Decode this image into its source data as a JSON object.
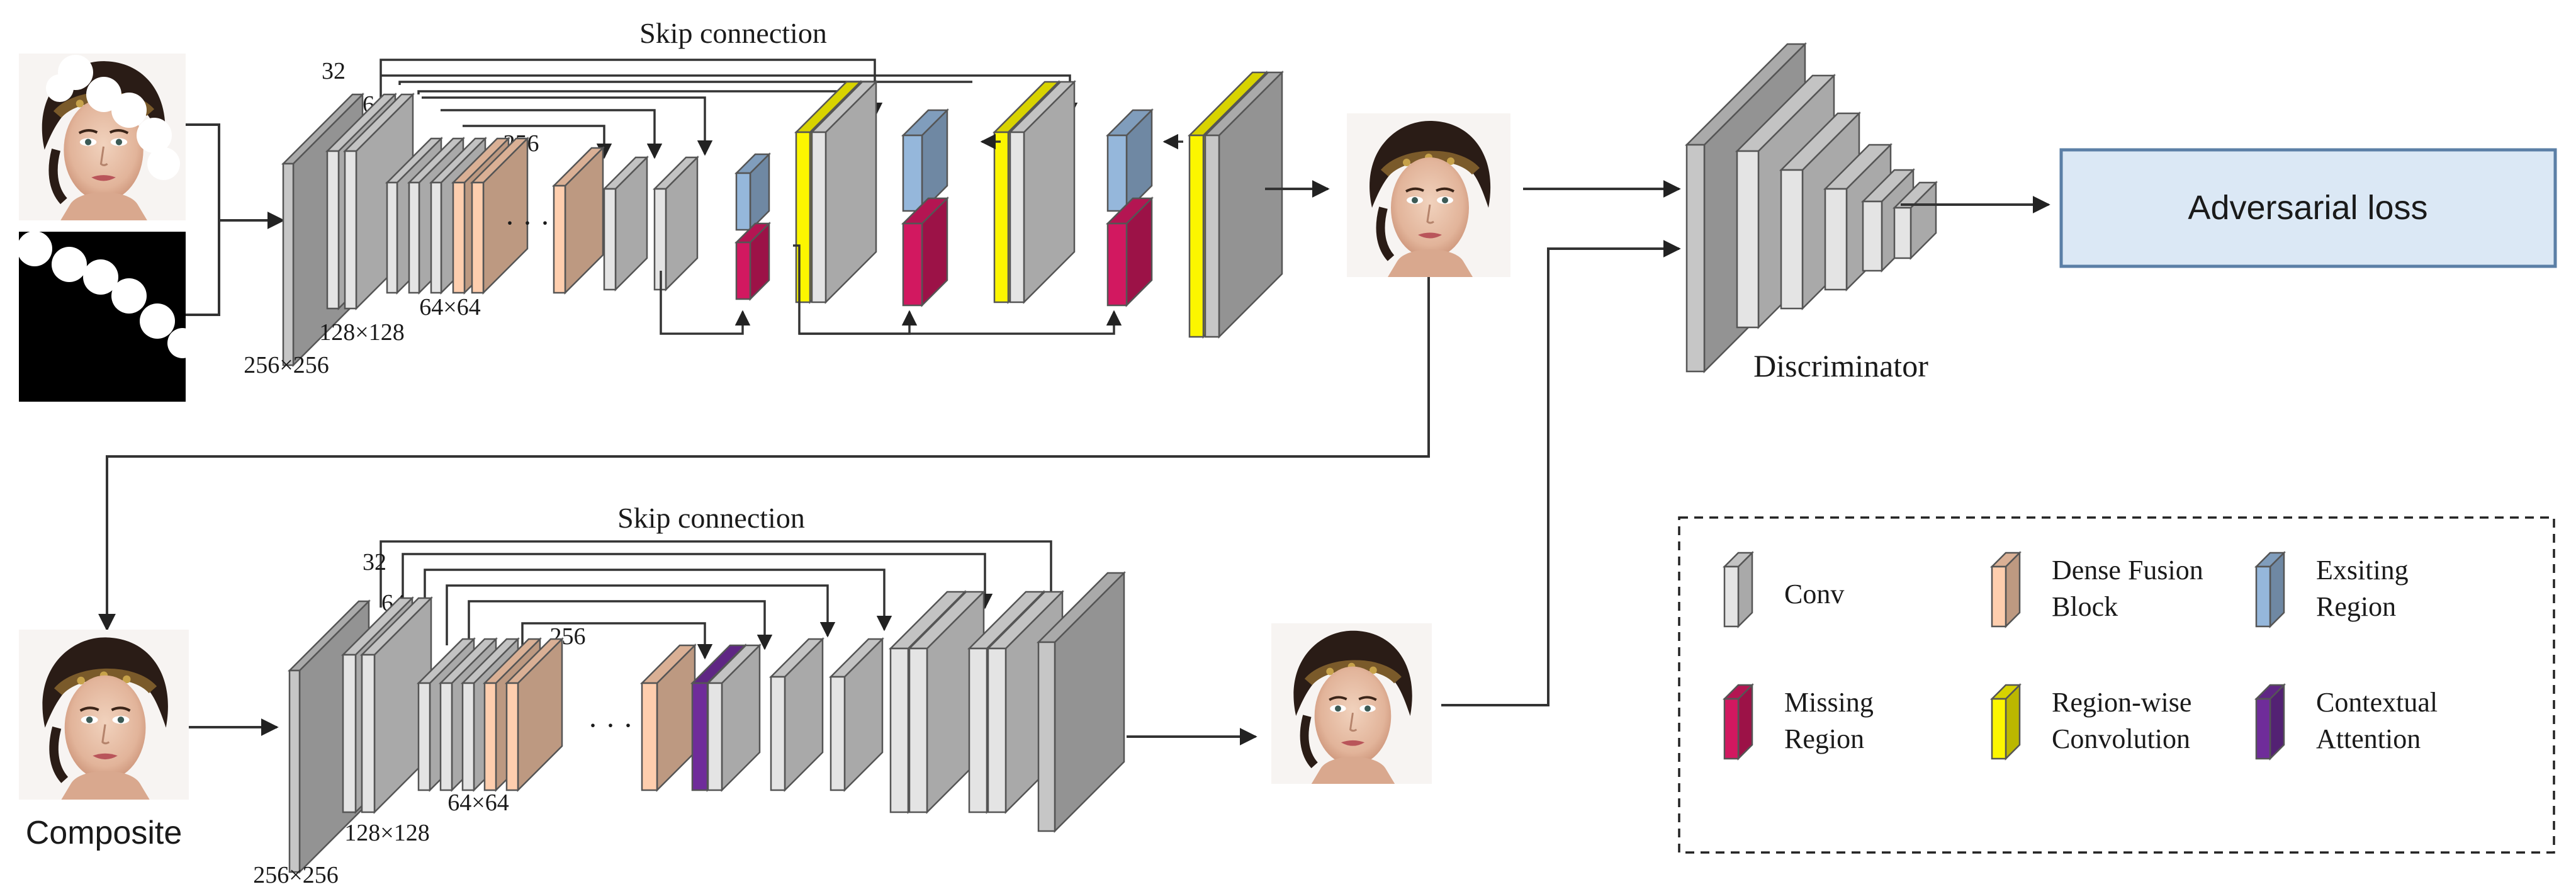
{
  "top_network": {
    "skip_label": "Skip connection",
    "channels": [
      "32",
      "64",
      "256"
    ],
    "sizes": [
      "256×256",
      "128×128",
      "64×64"
    ],
    "ellipsis": "·  ·  ·"
  },
  "bottom_network": {
    "skip_label": "Skip connection",
    "channels": [
      "32",
      "64",
      "256"
    ],
    "sizes": [
      "256×256",
      "128×128",
      "64×64"
    ],
    "ellipsis": "·  ·  ·",
    "input_label": "Composite"
  },
  "discriminator": {
    "label": "Discriminator"
  },
  "loss": {
    "label": "Adversarial loss"
  },
  "legend": [
    {
      "id": "conv",
      "line1": "Conv",
      "line2": "",
      "color": "#d9d9d9"
    },
    {
      "id": "dense",
      "line1": "Dense Fusion",
      "line2": "Block",
      "color": "#f2c4a6"
    },
    {
      "id": "existing",
      "line1": "Exsiting",
      "line2": "Region",
      "color": "#8eaed1"
    },
    {
      "id": "missing",
      "line1": "Missing",
      "line2": "Region",
      "color": "#c8175b"
    },
    {
      "id": "regionwise",
      "line1": "Region-wise",
      "line2": "Convolution",
      "color": "#f0ea00"
    },
    {
      "id": "contextual",
      "line1": "Contextual",
      "line2": "Attention",
      "color": "#6a2a93"
    }
  ],
  "colors": {
    "conv": "#d9d9d9",
    "conv_front": "#eeeeee",
    "gray_block": "#bdbdbd",
    "dense": "#f2c4a6",
    "existing": "#8eaed1",
    "missing": "#c8175b",
    "regionwise": "#f0ea00",
    "contextual": "#6a2a93",
    "loss_fill": "#dbe8f5",
    "loss_stroke": "#5b7fa6"
  },
  "icons": [
    "face-photo-icon",
    "mask-image-icon"
  ]
}
